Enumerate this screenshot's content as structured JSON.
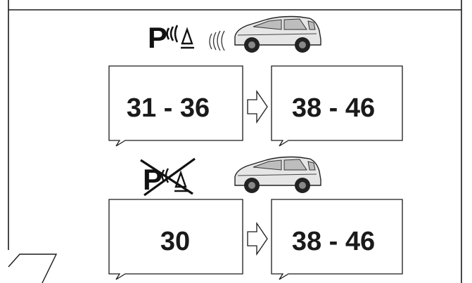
{
  "row_with_sensor": {
    "from_value": "31 - 36",
    "to_value": "38 - 46",
    "sensor_letter": "P",
    "sensor_state": "active"
  },
  "row_without_sensor": {
    "from_value": "30",
    "to_value": "38 - 46",
    "sensor_letter": "P",
    "sensor_state": "crossed-out"
  },
  "icons": [
    "parking-sensor-icon",
    "sound-waves-icon",
    "car-icon",
    "arrow-right-icon",
    "crossed-parking-sensor-icon"
  ],
  "colors": {
    "ink": "#1a1a1a",
    "background": "#ffffff"
  }
}
